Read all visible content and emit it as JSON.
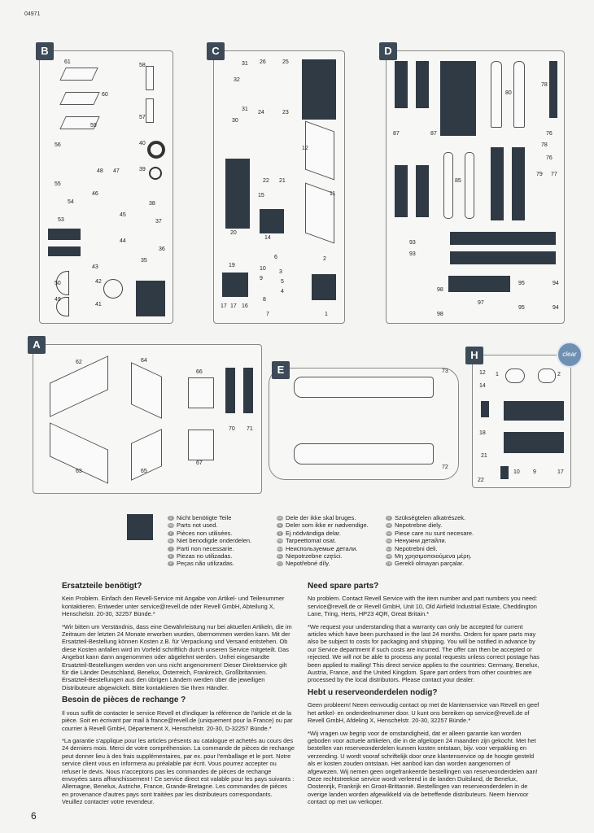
{
  "doc_number": "04971",
  "page_number": "6",
  "sprues": {
    "B": {
      "label": "B",
      "numbers": [
        "61",
        "58",
        "60",
        "59",
        "57",
        "56",
        "40",
        "48",
        "47",
        "55",
        "39",
        "46",
        "54",
        "38",
        "53",
        "45",
        "37",
        "44",
        "36",
        "43",
        "35",
        "50",
        "42",
        "49",
        "41"
      ]
    },
    "C": {
      "label": "C",
      "numbers": [
        "31",
        "26",
        "25",
        "32",
        "31",
        "24",
        "23",
        "30",
        "12",
        "22",
        "21",
        "11",
        "15",
        "14",
        "20",
        "19",
        "10",
        "6",
        "2",
        "3",
        "5",
        "4",
        "9",
        "8",
        "17",
        "17",
        "16",
        "7",
        "1"
      ]
    },
    "D": {
      "label": "D",
      "numbers": [
        "80",
        "78",
        "87",
        "87",
        "76",
        "78",
        "76",
        "79",
        "77",
        "85",
        "93",
        "93",
        "98",
        "95",
        "94",
        "97",
        "98",
        "95",
        "94"
      ]
    },
    "A": {
      "label": "A",
      "numbers": [
        "62",
        "64",
        "66",
        "63",
        "65",
        "67",
        "70",
        "71"
      ]
    },
    "E": {
      "label": "E",
      "numbers": [
        "73",
        "72"
      ]
    },
    "H": {
      "label": "H",
      "badge_clear": "clear",
      "numbers": [
        "1",
        "2",
        "12",
        "14",
        "18",
        "21",
        "22",
        "10",
        "9",
        "17"
      ]
    }
  },
  "legend": {
    "col1": [
      "Nicht benötigte Teile",
      "Parts not used.",
      "Pièces non utilisées.",
      "Niet benodigde onderdelen.",
      "Parti non necessarie.",
      "Piezas no utilizadas.",
      "Peças não utilizadas."
    ],
    "col1_flags": [
      "D",
      "GB",
      "F",
      "NL",
      "I",
      "E",
      "P"
    ],
    "col2": [
      "Dele der ikke skal bruges.",
      "Deler som ikke er nødvendige.",
      "Ej nödvändiga delar.",
      "Tarpeettomat osat.",
      "Неиспользуемые детали.",
      "Niepotrzebne części.",
      "Nepotřebné díly."
    ],
    "col2_flags": [
      "DK",
      "N",
      "S",
      "FIN",
      "RUS",
      "PL",
      "CZ"
    ],
    "col3": [
      "Szükségtelen alkatrészek.",
      "Nepotrebne diely.",
      "Piese care nu sunt necesare.",
      "Ненужни детайли.",
      "Nepotrebni deli.",
      "Μη χρησιμοποιούμενα μέρη.",
      "Gerekli olmayan parçalar."
    ],
    "col3_flags": [
      "H",
      "SK",
      "RO",
      "BG",
      "SLO",
      "GR",
      "TR"
    ]
  },
  "text": {
    "de_title": "Ersatzteile benötigt?",
    "de_p1": "Kein Problem. Einfach den Revell-Service mit Angabe von Artikel- und Teilenummer kontaktieren. Entweder unter service@revell.de oder Revell GmbH, Abteilung X, Henschelstr. 20-30, 32257 Bünde.*",
    "de_p2": "*Wir bitten um Verständnis, dass eine Gewährleistung nur bei aktuellen Artikeln, die im Zeitraum der letzten 24 Monate erworben wurden, übernommen werden kann. Mit der Ersatzteil-Bestellung können Kosten z.B. für Verpackung und Versand entstehen. Ob diese Kosten anfallen wird im Vorfeld schriftlich durch unseren Service mitgeteilt. Das Angebot kann dann angenommen oder abgelehnt werden. Unfrei eingesandte Ersatzteil-Bestellungen werden von uns nicht angenommen! Dieser Direktservice gilt für die Länder Deutschland, Benelux, Österreich, Frankreich, Großbritannien. Ersatzteil-Bestellungen aus den übrigen Ländern werden über die jeweiligen Distributeure abgewickelt. Bitte kontaktieren Sie Ihren Händler.",
    "fr_title": "Besoin de pièces de rechange ?",
    "fr_p1": "Il vous suffit de contacter le service Revell et d'indiquer la référence de l'article et de la pièce. Soit en écrivant par mail à france@revell.de (uniquement pour la France) ou par courrier à Revell GmbH, Département X, Henschelstr. 20-30, D-32257 Bünde.*",
    "fr_p2": "*La garantie s'applique pour les articles présents au catalogue et achetés au cours des 24 derniers mois. Merci de votre compréhension. La commande de pièces de rechange peut donner lieu à des frais supplémentaires, par ex. pour l'emballage et le port. Notre service client vous en informera au préalable par écrit. Vous pourrez accepter ou refuser le devis. Nous n'acceptons pas les commandes de pièces de rechange envoyées sans affranchissement ! Ce service direct est valable pour les pays suivants : Allemagne, Benelux, Autriche, France, Grande-Bretagne. Les commandes de pièces en provenance d'autres pays sont traitées par les distributeurs correspondants. Veuillez contacter votre revendeur.",
    "en_title": "Need spare parts?",
    "en_p1": "No problem. Contact Revell Service with the item number and part numbers you need: service@revell.de or Revell GmbH, Unit 10, Old Airfield Industrial Estate, Cheddington Lane, Tring, Herts, HP23 4QR, Great Britain.*",
    "en_p2": "*We request your understanding that a warranty can only be accepted for current articles which have been purchased in the last 24 months. Orders for spare parts may also be subject to costs for packaging and shipping. You will be notified in advance by our Service department if such costs are incurred. The offer can then be accepted or rejected. We will not be able to process any postal requests unless correct postage has been applied to mailing! This direct service applies to the countries: Germany, Benelux, Austria, France, and the United Kingdom. Spare part orders from other countries are processed by the local distributors. Please contact your dealer.",
    "nl_title": "Hebt u reserveonderdelen nodig?",
    "nl_p1": "Geen probleem! Neem eenvoudig contact op met de klantenservice van Revell en geef het artikel- en onderdeelnummer door. U kunt ons bereiken op service@revell.de of Revell GmbH, Afdeling X, Henschelstr. 20-30, 32257 Bünde.*",
    "nl_p2": "*Wij vragen uw begrip voor de omstandigheid, dat er alleen garantie kan worden geboden voor actuele artikelen, die in de afgelopen 24 maanden zijn gekocht. Met het bestellen van reserveonderdelen kunnen kosten ontstaan, bijv. voor verpakking en verzending. U wordt vooraf schriftelijk door onze klantenservice op de hoogte gesteld als er kosten zouden ontstaan. Het aanbod kan dan worden aangenomen of afgewezen. Wij nemen geen ongefrankeerde bestellingen van reserveonderdelen aan! Deze rechtstreekse service wordt verleend in de landen Duitsland, de Benelux, Oostenrijk, Frankrijk en Groot-Brittannië. Bestellingen van reserveonderdelen in de overige landen worden afgewikkeld via de betreffende distributeurs. Neem hiervoor contact op met uw verkoper."
  }
}
